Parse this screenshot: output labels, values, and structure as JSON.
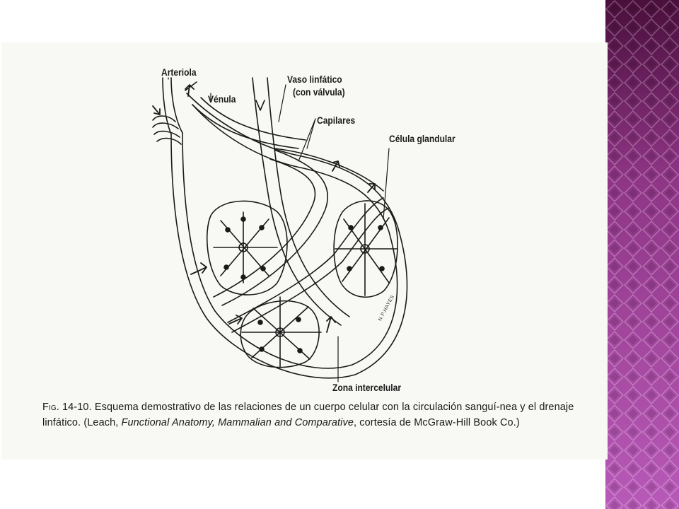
{
  "figure": {
    "labels": {
      "arteriola": "Arteriola",
      "venula": "Vénula",
      "vaso_linfatico": "Vaso linfático",
      "con_valvula": "(con válvula)",
      "capilares": "Capilares",
      "celula_glandular": "Célula glandular",
      "zona_intercelular": "Zona intercelular"
    },
    "signature": "N.P.HAYES"
  },
  "caption": {
    "fig_number": "Fig. 14-10.",
    "text_1": "Esquema demostrativo de las relaciones de un cuerpo celular con la circulación sanguí-nea y el drenaje linfático. (Leach, ",
    "book_title": "Functional Anatomy, Mammalian and Comparative",
    "text_2": ", cortesía de McGraw-Hill Book Co.)"
  },
  "colors": {
    "band_dark": "#5a1a4a",
    "band_light": "#b04fb0",
    "ink": "#1a1a1a"
  }
}
